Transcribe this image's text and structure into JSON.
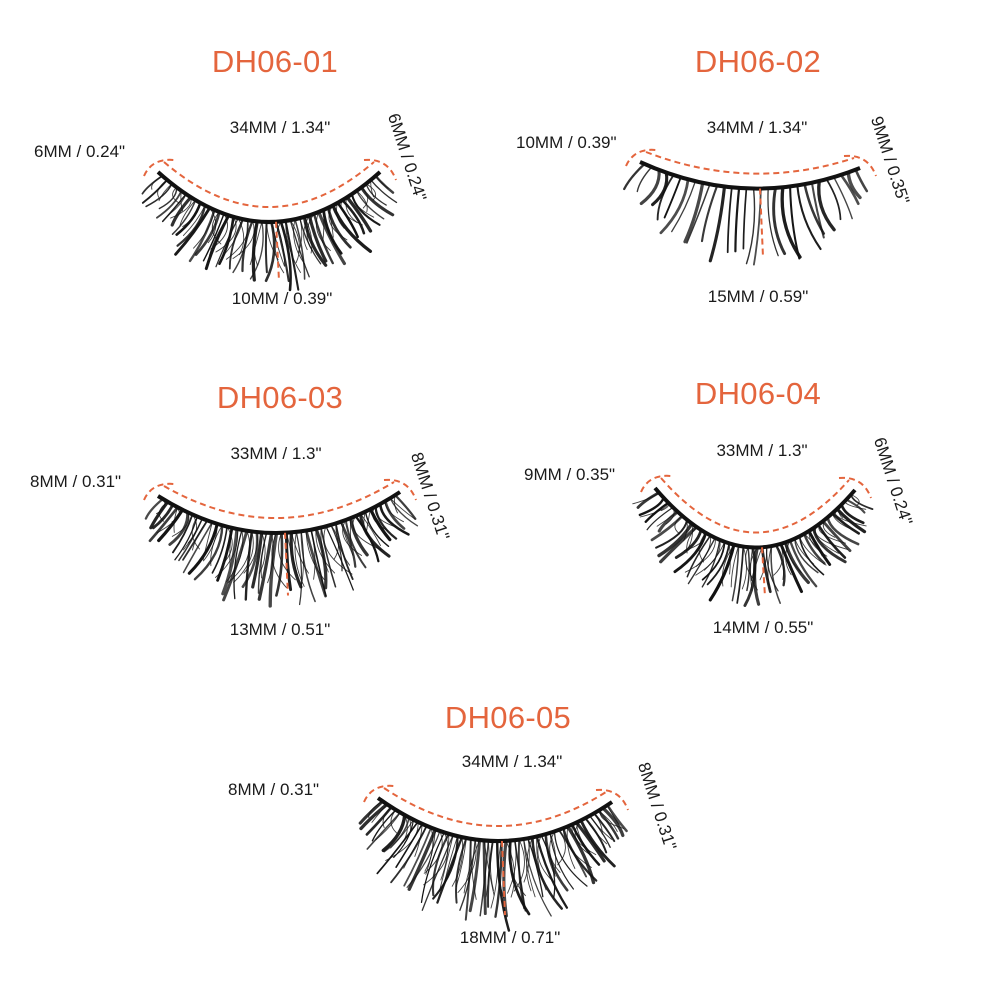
{
  "accent_color": "#e4653d",
  "lash_color": "#111111",
  "styles": [
    {
      "code": "DH06-01",
      "width": "34MM / 1.34\"",
      "inner": "6MM / 0.24\"",
      "outer": "6MM / 0.24\"",
      "length": "10MM / 0.39\""
    },
    {
      "code": "DH06-02",
      "width": "34MM / 1.34\"",
      "inner": "10MM / 0.39\"",
      "outer": "9MM / 0.35\"",
      "length": "15MM / 0.59\""
    },
    {
      "code": "DH06-03",
      "width": "33MM / 1.3\"",
      "inner": "8MM / 0.31\"",
      "outer": "8MM / 0.31\"",
      "length": "13MM / 0.51\""
    },
    {
      "code": "DH06-04",
      "width": "33MM / 1.3\"",
      "inner": "9MM / 0.35\"",
      "outer": "6MM / 0.24\"",
      "length": "14MM / 0.55\""
    },
    {
      "code": "DH06-05",
      "width": "34MM / 1.34\"",
      "inner": "8MM / 0.31\"",
      "outer": "8MM / 0.31\"",
      "length": "18MM / 0.71\""
    }
  ]
}
